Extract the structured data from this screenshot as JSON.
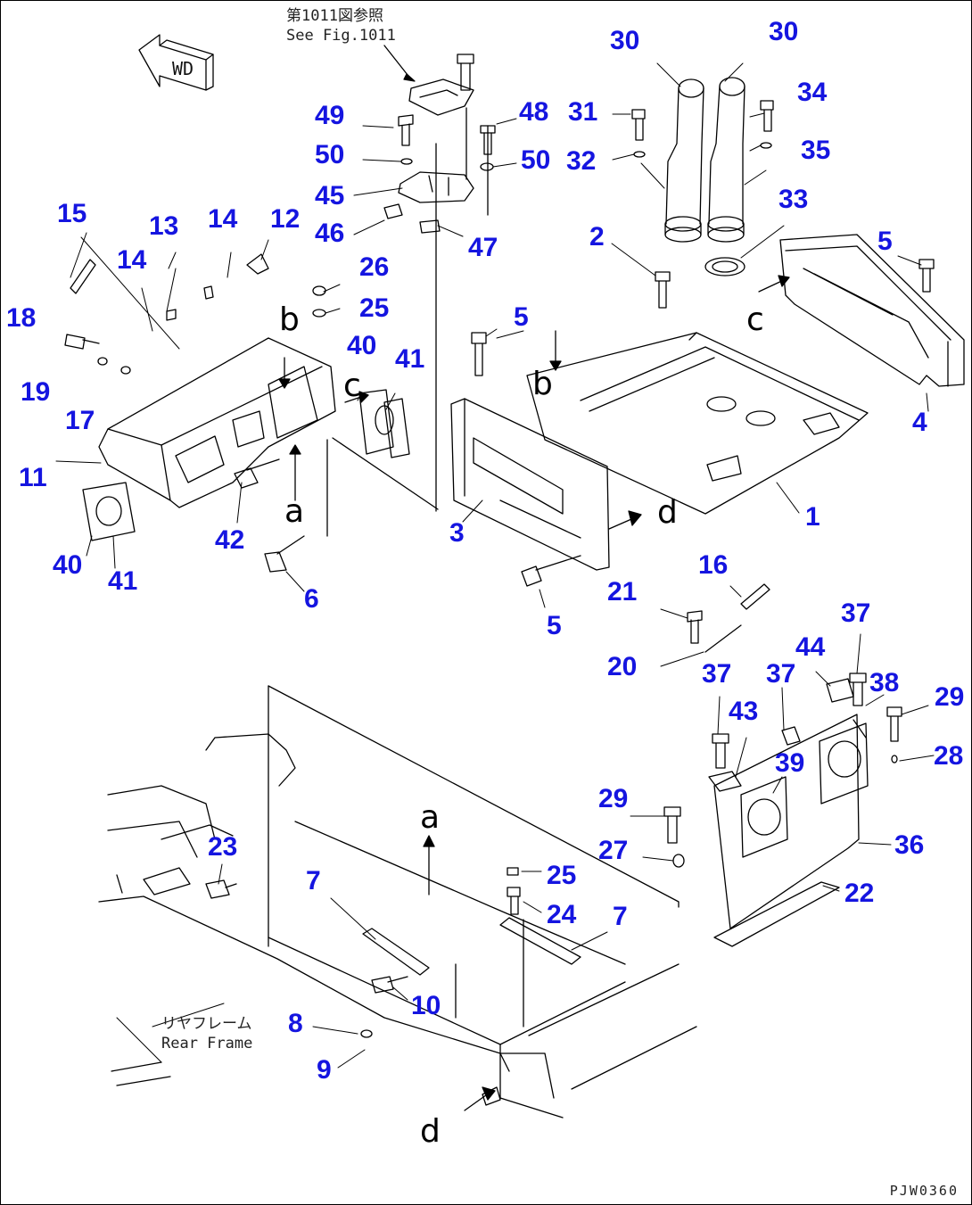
{
  "reference_note": {
    "line1": "第1011図参照",
    "line2": "See Fig.1011"
  },
  "forward_marker": "WD",
  "rear_frame_note": {
    "line1": "リヤフレーム",
    "line2": "Rear Frame"
  },
  "drawing_id": "PJW0360",
  "view_letters": {
    "a_upper": "a",
    "a_lower": "a",
    "b_left": "b",
    "b_right": "b",
    "c_left": "c",
    "c_right": "c",
    "d_upper": "d",
    "d_lower": "d"
  },
  "callouts": [
    "30",
    "30",
    "34",
    "35",
    "31",
    "32",
    "49",
    "48",
    "50",
    "50",
    "45",
    "46",
    "47",
    "33",
    "2",
    "5",
    "5",
    "15",
    "13",
    "14",
    "12",
    "14",
    "26",
    "25",
    "18",
    "19",
    "17",
    "40",
    "41",
    "11",
    "40",
    "41",
    "42",
    "6",
    "3",
    "1",
    "4",
    "21",
    "5",
    "16",
    "37",
    "44",
    "20",
    "37",
    "37",
    "38",
    "29",
    "43",
    "28",
    "39",
    "29",
    "27",
    "36",
    "22",
    "23",
    "25",
    "24",
    "7",
    "7",
    "10",
    "8",
    "9"
  ],
  "colors": {
    "callout": "#1515e0",
    "line": "#000000",
    "background": "#ffffff"
  }
}
